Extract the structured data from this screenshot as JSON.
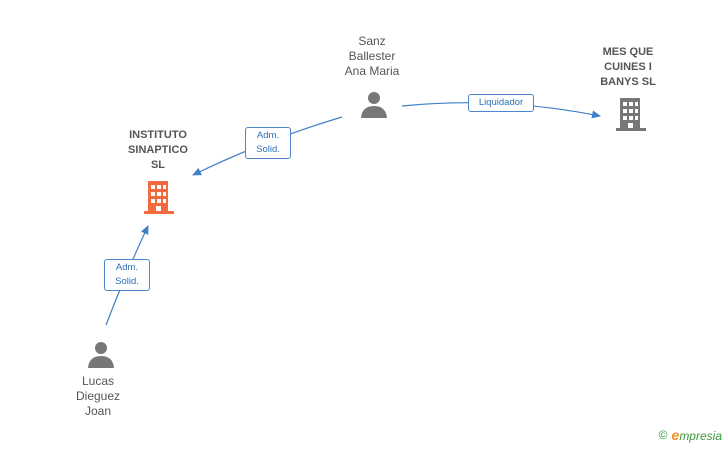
{
  "nodes": {
    "sanz": {
      "lines": [
        "Sanz",
        "Ballester",
        "Ana Maria"
      ],
      "type": "person",
      "color": "#777777"
    },
    "mes_que": {
      "lines": [
        "MES QUE",
        "CUINES I",
        "BANYS SL"
      ],
      "type": "company",
      "color": "#777777"
    },
    "instituto": {
      "lines": [
        "INSTITUTO",
        "SINAPTICO",
        "SL"
      ],
      "type": "company",
      "color": "#f26a3d"
    },
    "lucas": {
      "lines": [
        "Lucas",
        "Dieguez",
        "Joan"
      ],
      "type": "person",
      "color": "#777777"
    }
  },
  "edges": {
    "liquidador": {
      "from": "sanz",
      "to": "mes_que",
      "label": "Liquidador"
    },
    "adm_sanz": {
      "from": "sanz",
      "to": "instituto",
      "label_lines": [
        "Adm.",
        "Solid."
      ]
    },
    "adm_lucas": {
      "from": "lucas",
      "to": "instituto",
      "label_lines": [
        "Adm.",
        "Solid."
      ]
    }
  },
  "colors": {
    "edge": "#3f7fc6"
  },
  "brand": {
    "copyright": "©",
    "e": "e",
    "name": "mpresia"
  }
}
